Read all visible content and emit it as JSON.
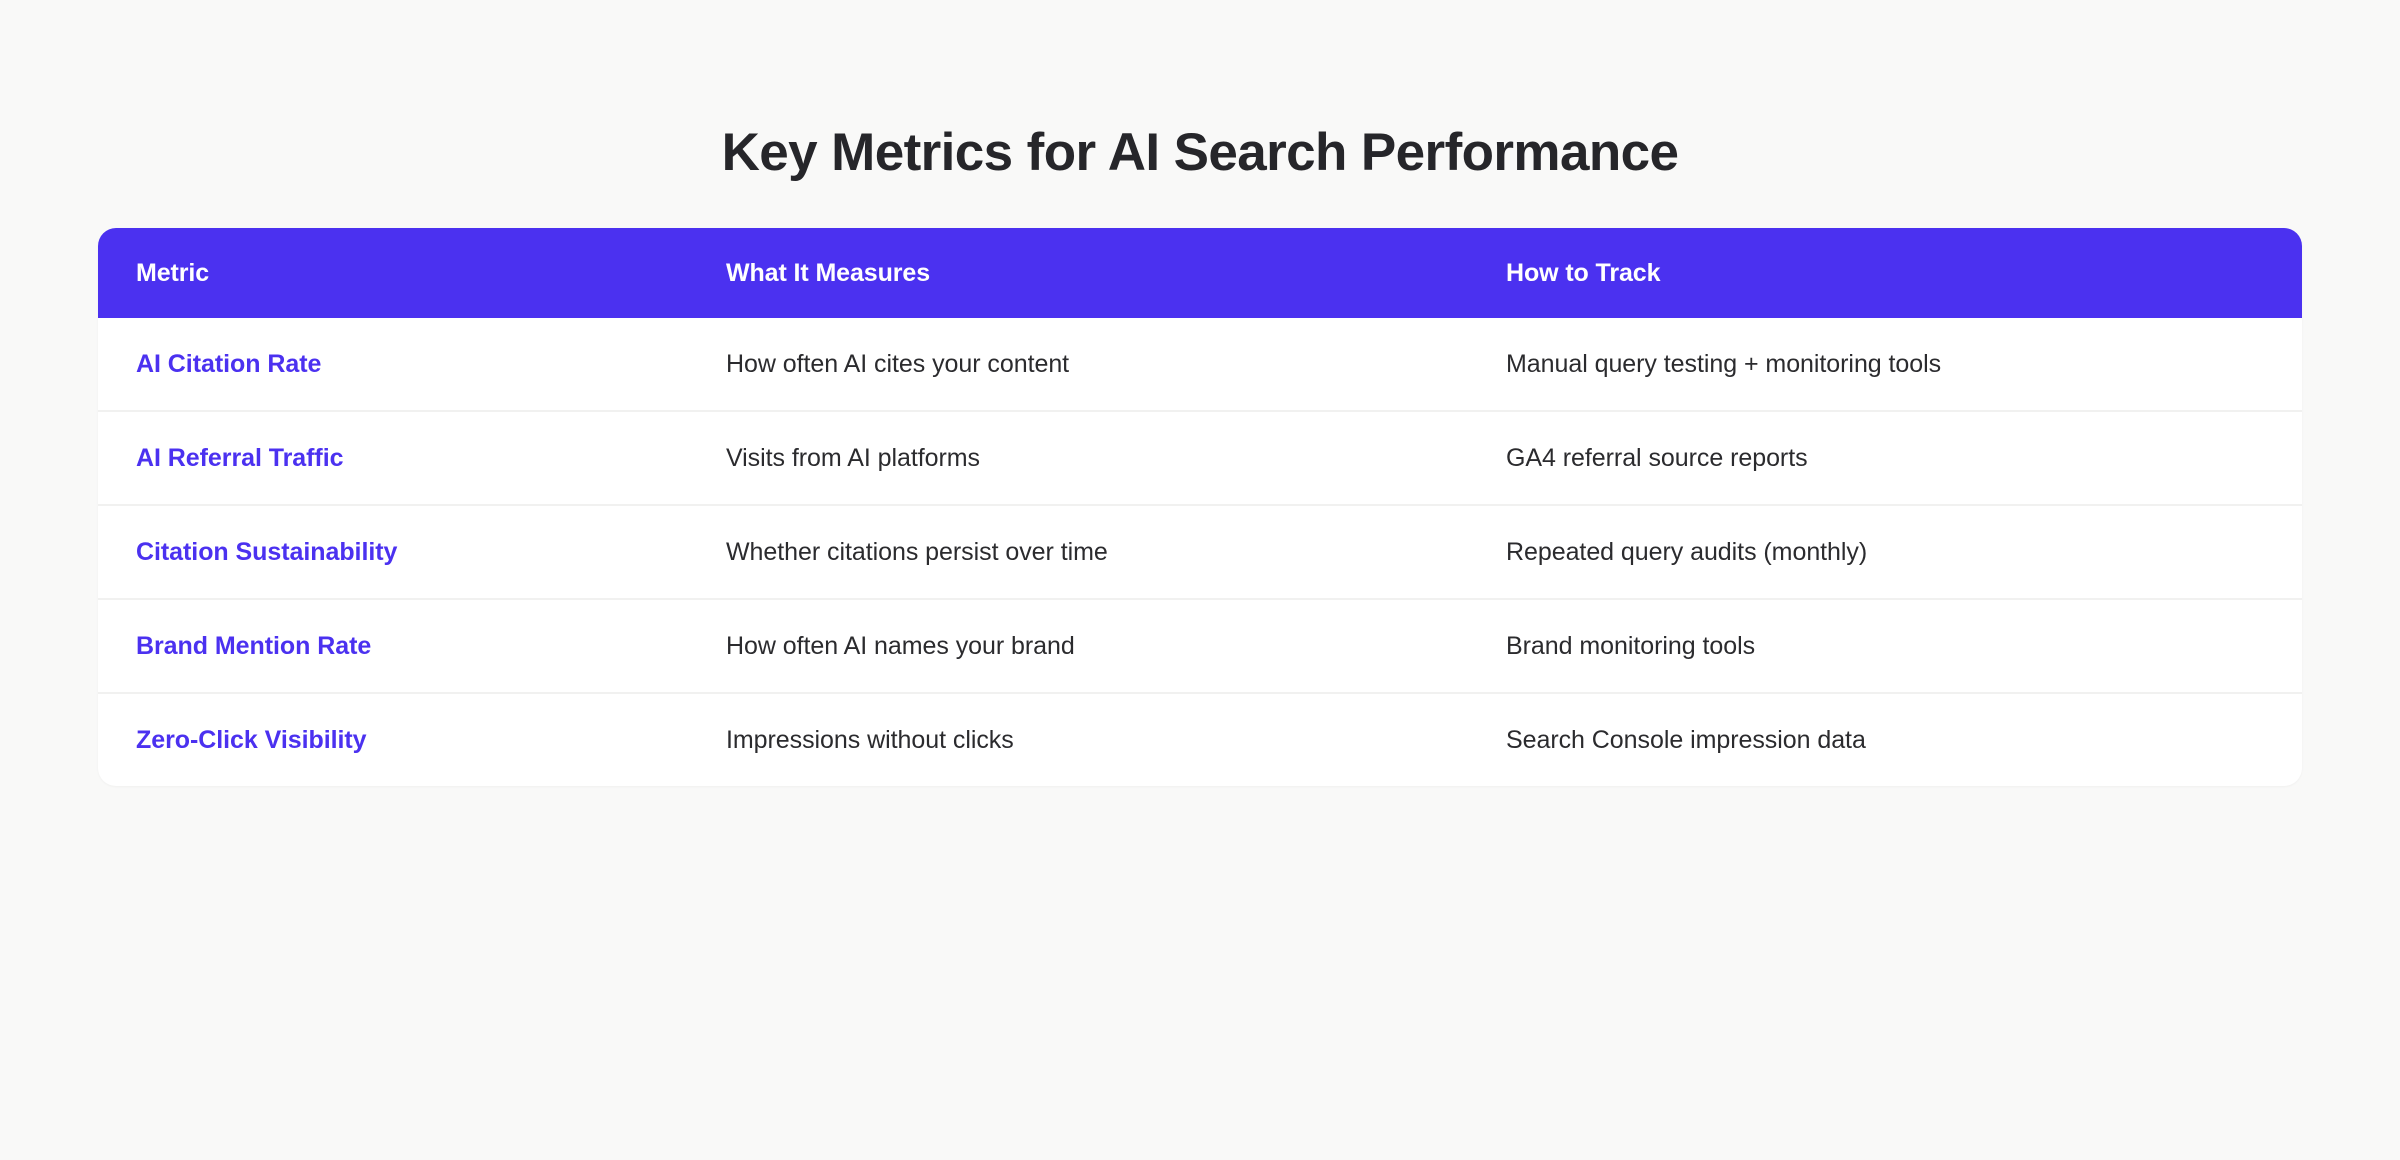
{
  "page": {
    "title": "Key Metrics for AI Search Performance",
    "background_color": "#f9f9f8",
    "accent_color": "#4b31f0",
    "title_color": "#26262a",
    "body_text_color": "#2b2b2e",
    "card_background": "#ffffff",
    "divider_color": "#f1f1f0"
  },
  "table": {
    "columns": [
      {
        "key": "metric",
        "label": "Metric"
      },
      {
        "key": "measures",
        "label": "What It Measures"
      },
      {
        "key": "track",
        "label": "How to Track"
      }
    ],
    "rows": [
      {
        "metric": "AI Citation Rate",
        "measures": "How often AI cites your content",
        "track": "Manual query testing + monitoring tools"
      },
      {
        "metric": "AI Referral Traffic",
        "measures": "Visits from AI platforms",
        "track": "GA4 referral source reports"
      },
      {
        "metric": "Citation Sustainability",
        "measures": "Whether citations persist over time",
        "track": "Repeated query audits (monthly)"
      },
      {
        "metric": "Brand Mention Rate",
        "measures": "How often AI names your brand",
        "track": "Brand monitoring tools"
      },
      {
        "metric": "Zero-Click Visibility",
        "measures": "Impressions without clicks",
        "track": "Search Console impression data"
      }
    ]
  }
}
